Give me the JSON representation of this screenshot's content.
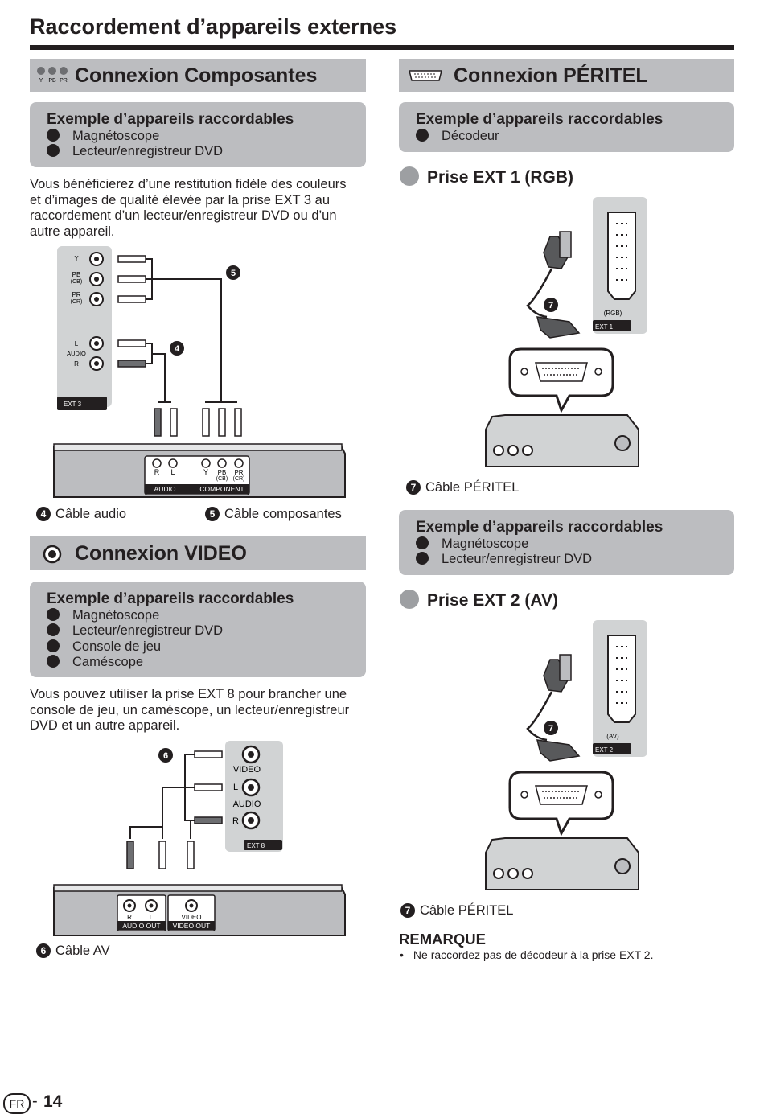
{
  "page": {
    "title": "Raccordement d’appareils externes",
    "page_number": "14",
    "lang_badge": "FR",
    "page_sep": "-"
  },
  "component": {
    "heading": "Connexion Composantes",
    "icon_labels": [
      "Y",
      "PB",
      "PR"
    ],
    "example_title": "Exemple d’appareils raccordables",
    "devices": [
      "Magnétoscope",
      "Lecteur/enregistreur DVD"
    ],
    "description": "Vous bénéficierez d’une restitution fidèle des couleurs et d’images de qualité élevée par la prise EXT 3 au raccordement d’un lecteur/enregistreur DVD ou d’un autre appareil.",
    "tv_panel": {
      "y": "Y",
      "pb": "PB",
      "cb": "(CB)",
      "pr": "PR",
      "cr": "(CR)",
      "l": "L",
      "audio": "AUDIO",
      "r": "R",
      "ext": "EXT 3"
    },
    "device_panel": {
      "r": "R",
      "l": "L",
      "y": "Y",
      "pb": "PB",
      "pr": "PR",
      "cb": "(CB)",
      "cr": "(CR)",
      "audio": "AUDIO",
      "component": "COMPONENT"
    },
    "cable_audio_num": "4",
    "cable_audio": "Câble audio",
    "cable_component_num": "5",
    "cable_component": "Câble composantes"
  },
  "video": {
    "heading": "Connexion VIDEO",
    "example_title": "Exemple d’appareils raccordables",
    "devices": [
      "Magnétoscope",
      "Lecteur/enregistreur DVD",
      "Console de jeu",
      "Caméscope"
    ],
    "description": "Vous pouvez utiliser la prise EXT 8 pour brancher une console de jeu, un caméscope, un lecteur/enregistreur DVD et un autre appareil.",
    "tv_panel": {
      "video": "VIDEO",
      "l": "L",
      "audio": "AUDIO",
      "r": "R",
      "ext": "EXT 8"
    },
    "device_panel": {
      "r": "R",
      "l": "L",
      "video": "VIDEO",
      "audio_out": "AUDIO OUT",
      "video_out": "VIDEO OUT"
    },
    "cable_av_num": "6",
    "cable_av": "Câble AV"
  },
  "peritel": {
    "heading": "Connexion PÉRITEL",
    "example_title_1": "Exemple d’appareils raccordables",
    "devices_1": [
      "Décodeur"
    ],
    "ext1_heading": "Prise EXT 1 (RGB)",
    "ext1_label": "(RGB)",
    "ext1_tag": "EXT 1",
    "cable_num": "7",
    "cable_label": "Câble PÉRITEL",
    "example_title_2": "Exemple d’appareils raccordables",
    "devices_2": [
      "Magnétoscope",
      "Lecteur/enregistreur DVD"
    ],
    "ext2_heading": "Prise EXT 2 (AV)",
    "ext2_label": "(AV)",
    "ext2_tag": "EXT 2",
    "remark_title": "REMARQUE",
    "remark_bullet": "•",
    "remark_text": "Ne raccordez pas de décodeur à la prise EXT 2."
  }
}
